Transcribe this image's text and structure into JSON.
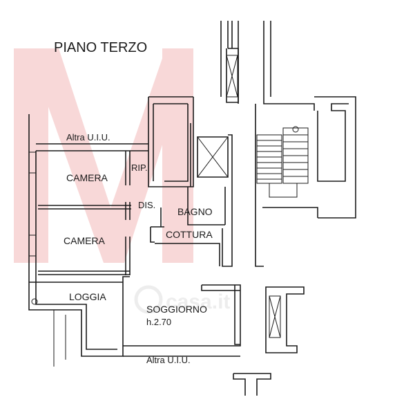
{
  "floor_title": "PIANO TERZO",
  "rooms": {
    "camera_1": "CAMERA",
    "camera_2": "CAMERA",
    "rip": "RIP.",
    "dis": "DIS.",
    "bagno": "BAGNO",
    "cottura": "COTTURA",
    "loggia": "LOGGIA",
    "soggiorno": "SOGGIORNO",
    "soggiorno_height": "h.2.70"
  },
  "neighbors": {
    "top": "Altra U.I.U.",
    "bottom": "Altra U.I.U."
  },
  "watermark": {
    "monogram": "M",
    "site": "casa.it",
    "color": "#d9302c"
  }
}
